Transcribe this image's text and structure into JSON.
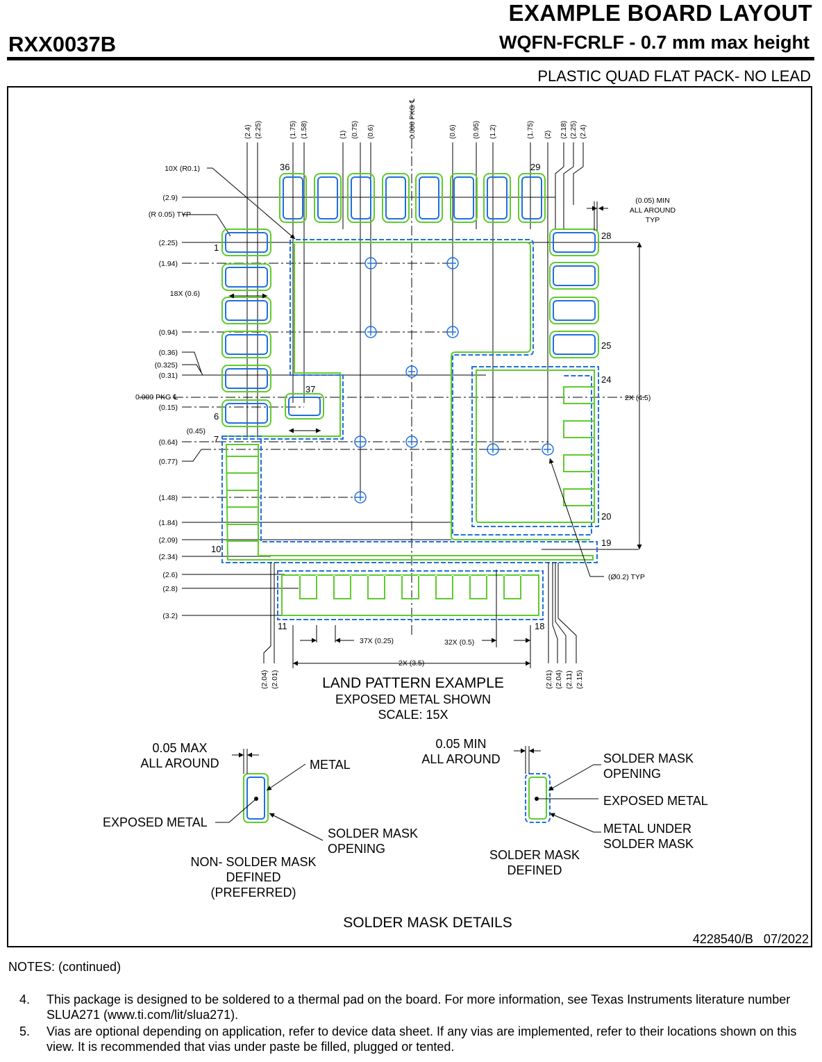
{
  "header": {
    "title": "EXAMPLE BOARD LAYOUT",
    "part_number": "RXX0037B",
    "subtitle": "WQFN-FCRLF - 0.7 mm max height",
    "package_type": "PLASTIC QUAD FLAT PACK- NO LEAD"
  },
  "land_pattern": {
    "caption": [
      "LAND PATTERN EXAMPLE",
      "EXPOSED METAL SHOWN",
      "SCALE: 15X"
    ],
    "pin_labels": {
      "p36": "36",
      "p29": "29",
      "p28": "28",
      "p25": "25",
      "p24": "24",
      "p20": "20",
      "p19": "19",
      "p18": "18",
      "p11": "11",
      "p10": "10",
      "p7": "7",
      "p6": "6",
      "p1": "1",
      "p37": "37"
    },
    "top_dims": [
      "(2.4)",
      "(2.25)",
      "(1.75)",
      "(1.58)",
      "(1)",
      "(0.75)",
      "(0.6)",
      "0.000 PKG ℄",
      "(0.6)",
      "(0.95)",
      "(1.2)",
      "(1.75)",
      "(2)",
      "(2.18)",
      "(2.25)",
      "(2.4)"
    ],
    "left_dims": {
      "r01": "10X (R0.1)",
      "d29": "(2.9)",
      "r005": "(R 0.05) TYP",
      "d225": "(2.25)",
      "d194": "(1.94)",
      "p18x": "18X (0.6)",
      "d094": "(0.94)",
      "d036": "(0.36)",
      "d0325": "(0.325)",
      "d031": "(0.31)",
      "pkg": "0.000 PKG ℄",
      "d015": "(0.15)",
      "d045": "(0.45)",
      "d064": "(0.64)",
      "d077": "(0.77)",
      "d148": "(1.48)",
      "d184": "(1.84)",
      "d209": "(2.09)",
      "d234": "(2.34)",
      "d26": "(2.6)",
      "d28": "(2.8)",
      "d32": "(3.2)"
    },
    "right_dims": {
      "min005": [
        "(0.05) MIN",
        "ALL AROUND",
        "TYP"
      ],
      "h45": "2X (4.5)",
      "via": "(Ø0.2) TYP"
    },
    "bottom_dims": {
      "w025": "37X (0.25)",
      "p05": "32X (0.5)",
      "w35": "2X (3.5)",
      "bl1": "(2.04)",
      "bl2": "(2.01)",
      "br1": "(2.01)",
      "br2": "(2.04)",
      "br3": "(2.11)",
      "br4": "(2.15)"
    }
  },
  "solder_mask_details": {
    "nsmd": {
      "gap": [
        "0.05 MAX",
        "ALL AROUND"
      ],
      "metal": "METAL",
      "exposed": "EXPOSED METAL",
      "opening": [
        "SOLDER MASK",
        "OPENING"
      ],
      "name": [
        "NON- SOLDER MASK",
        "DEFINED",
        "(PREFERRED)"
      ]
    },
    "smd": {
      "gap": [
        "0.05 MIN",
        "ALL AROUND"
      ],
      "opening": [
        "SOLDER MASK",
        "OPENING"
      ],
      "exposed": "EXPOSED METAL",
      "under": [
        "METAL UNDER",
        "SOLDER MASK"
      ],
      "name": [
        "SOLDER MASK",
        "DEFINED"
      ]
    },
    "caption": "SOLDER MASK DETAILS"
  },
  "doc_number": "4228540/B   07/2022",
  "notes": {
    "heading": "NOTES: (continued)",
    "items": [
      {
        "num": "4.",
        "text": "This package is designed to be soldered to a thermal pad on the board. For more information, see Texas Instruments literature number SLUA271 (www.ti.com/lit/slua271)."
      },
      {
        "num": "5.",
        "text": "Vias are optional depending on application, refer to device data sheet. If any vias are implemented, refer to their locations shown on this view. It is recommended that vias under paste be filled, plugged or tented."
      }
    ]
  },
  "colors": {
    "metal_outline": "#1f6fe0",
    "mask_outline": "#5ecb2c",
    "line": "#000000"
  }
}
